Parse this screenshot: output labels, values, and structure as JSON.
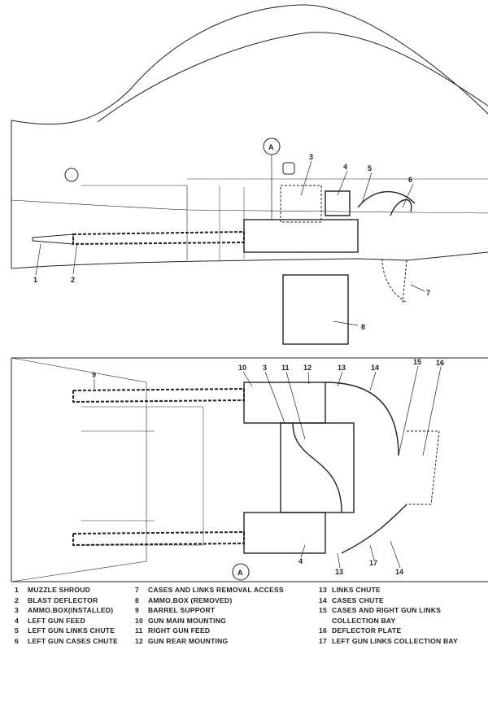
{
  "callouts": {
    "top": {
      "a": "A",
      "c3": "3",
      "c4": "4",
      "c5": "5",
      "c6": "6",
      "c1": "1",
      "c2": "2",
      "c7": "7",
      "c8": "8"
    },
    "bottom": {
      "c9": "9",
      "c10": "10",
      "c3": "3",
      "c11": "11",
      "c12": "12",
      "c13": "13",
      "c14": "14",
      "c15": "15",
      "c16": "16",
      "a": "A",
      "c4": "4",
      "c13b": "13",
      "c14b": "14",
      "c17": "17"
    }
  },
  "legend": [
    {
      "num": "1",
      "text": "MUZZLE SHROUD"
    },
    {
      "num": "2",
      "text": "BLAST DEFLECTOR"
    },
    {
      "num": "3",
      "text": "AMMO.BOX(INSTALLED)"
    },
    {
      "num": "4",
      "text": "LEFT GUN FEED"
    },
    {
      "num": "5",
      "text": "LEFT GUN LINKS CHUTE"
    },
    {
      "num": "6",
      "text": "LEFT GUN  CASES CHUTE"
    },
    {
      "num": "7",
      "text": "CASES AND LINKS REMOVAL ACCESS"
    },
    {
      "num": "8",
      "text": "AMMO.BOX (REMOVED)"
    },
    {
      "num": "9",
      "text": "BARREL SUPPORT"
    },
    {
      "num": "10",
      "text": "GUN MAIN MOUNTING"
    },
    {
      "num": "11",
      "text": "RIGHT GUN FEED"
    },
    {
      "num": "12",
      "text": "GUN REAR MOUNTING"
    },
    {
      "num": "13",
      "text": "LINKS CHUTE"
    },
    {
      "num": "14",
      "text": "CASES CHUTE"
    },
    {
      "num": "15",
      "text": "CASES AND RIGHT GUN LINKS",
      "cont": "COLLECTION BAY"
    },
    {
      "num": "16",
      "text": "DEFLECTOR PLATE"
    },
    {
      "num": "17",
      "text": "LEFT GUN LINKS COLLECTION BAY"
    }
  ]
}
